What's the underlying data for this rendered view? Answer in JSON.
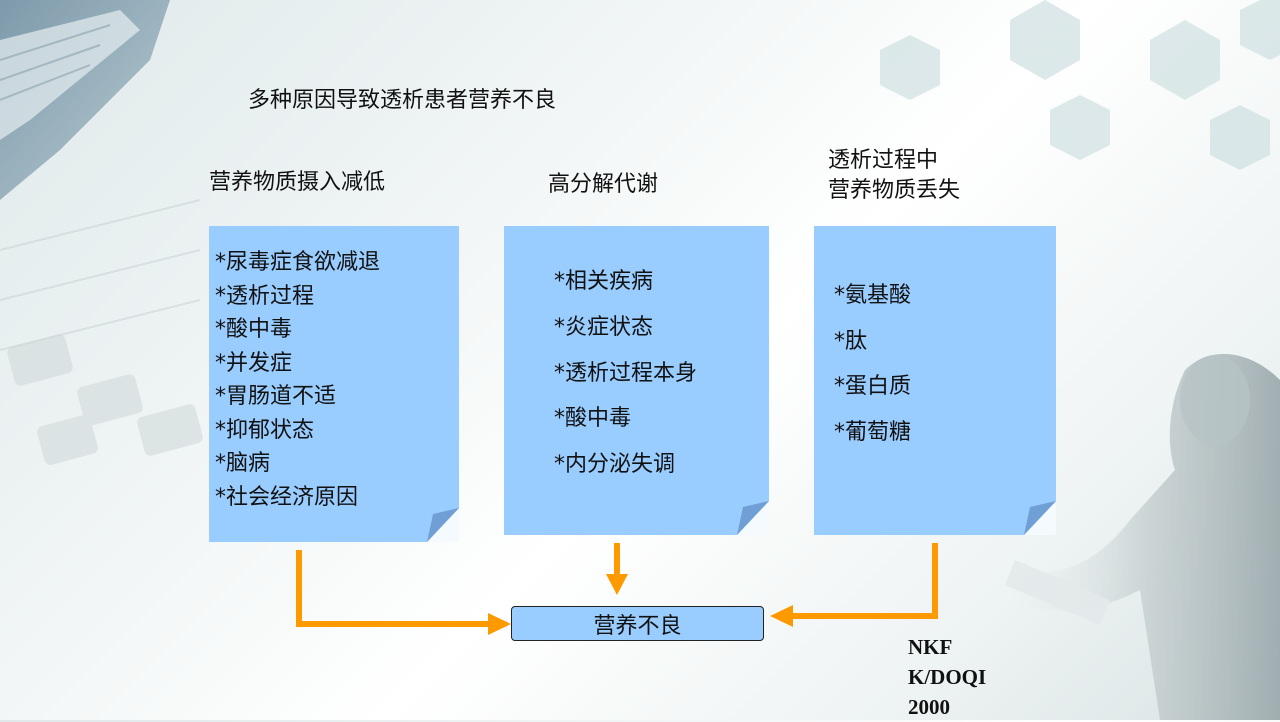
{
  "slide": {
    "title": "多种原因导致透析患者营养不良",
    "columns": [
      {
        "heading": [
          "营养物质摄入减低"
        ],
        "items": [
          "*尿毒症食欲减退",
          "*透析过程",
          "*酸中毒",
          "*并发症",
          "*胃肠道不适",
          "*抑郁状态",
          "*脑病",
          "*社会经济原因"
        ]
      },
      {
        "heading": [
          "高分解代谢"
        ],
        "items": [
          "*相关疾病",
          "*炎症状态",
          "*透析过程本身",
          "*酸中毒",
          "*内分泌失调"
        ]
      },
      {
        "heading": [
          "透析过程中",
          "营养物质丢失"
        ],
        "items": [
          "*氨基酸",
          "*肽",
          "*蛋白质",
          "*葡萄糖"
        ]
      }
    ],
    "result": "营养不良",
    "reference": [
      "NKF",
      "K/DOQI",
      "2000"
    ],
    "colors": {
      "note_fill": "#99ccff",
      "note_fold": "#6f9fd4",
      "arrow": "#ff9900"
    }
  }
}
